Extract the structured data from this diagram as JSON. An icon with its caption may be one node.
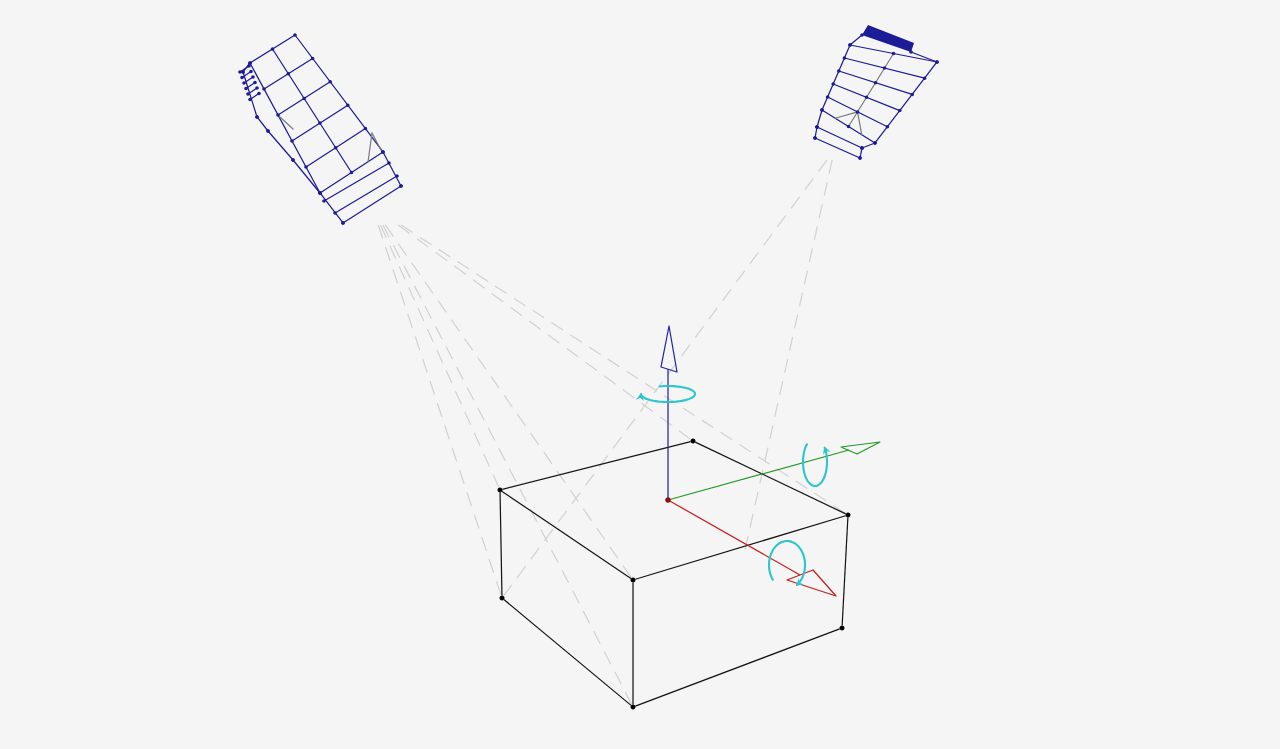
{
  "diagram": {
    "nodes": [
      {
        "text": [],
        "shape": "picture"
      },
      {
        "text": [],
        "shape": "picture"
      },
      {
        "text": [],
        "shape": "circle"
      },
      {
        "text": [],
        "shape": "circle"
      },
      {
        "text": [],
        "shape": "circle"
      },
      {
        "text": [],
        "shape": "circle"
      },
      {
        "text": [],
        "shape": "circle"
      },
      {
        "text": [],
        "shape": "circle"
      },
      {
        "text": [],
        "shape": "circle"
      }
    ],
    "edges": [
      {
        "from": 3,
        "to": 2,
        "arrow": "none"
      },
      {
        "from": 2,
        "to": 4,
        "arrow": "none"
      },
      {
        "from": 4,
        "to": 5,
        "arrow": "none"
      },
      {
        "from": 5,
        "to": 3,
        "arrow": "none"
      },
      {
        "from": 3,
        "to": 6,
        "arrow": "none"
      },
      {
        "from": 5,
        "to": 8,
        "arrow": "none"
      },
      {
        "from": 4,
        "to": 7,
        "arrow": "none"
      },
      {
        "from": 6,
        "to": 8,
        "arrow": "none"
      },
      {
        "from": 8,
        "to": 7,
        "arrow": "none"
      },
      {
        "from": 0,
        "to": 3,
        "arrow": "none",
        "style": "dashed",
        "color": "#d2d2d2"
      },
      {
        "from": 0,
        "to": 6,
        "arrow": "none",
        "style": "dashed",
        "color": "#d2d2d2"
      },
      {
        "from": 0,
        "to": 5,
        "arrow": "none",
        "style": "dashed",
        "color": "#d2d2d2"
      },
      {
        "from": 0,
        "to": 8,
        "arrow": "none",
        "style": "dashed",
        "color": "#d2d2d2"
      },
      {
        "from": 0,
        "to": 2,
        "arrow": "none",
        "style": "dashed",
        "color": "#d2d2d2"
      },
      {
        "from": 0,
        "to": 4,
        "arrow": "none",
        "style": "dashed",
        "color": "#d2d2d2"
      },
      {
        "from": 1,
        "to": 6,
        "arrow": "none",
        "style": "dashed",
        "color": "#d2d2d2"
      },
      {
        "from": 1,
        "to": null,
        "arrow": "none",
        "style": "dashed",
        "color": "#d2d2d2"
      }
    ]
  }
}
